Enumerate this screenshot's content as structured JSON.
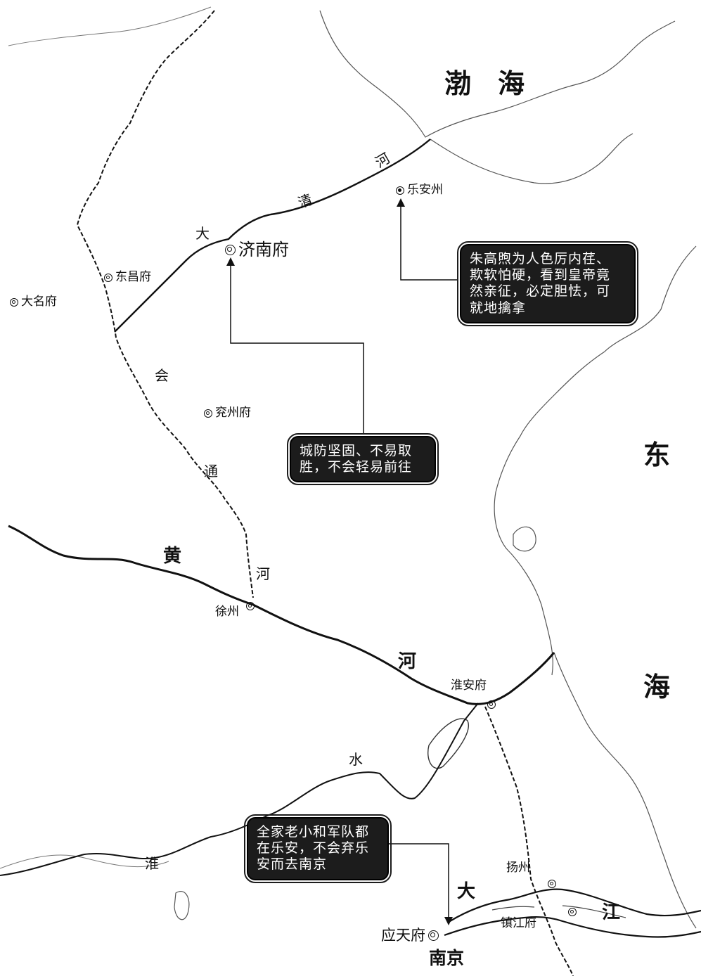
{
  "seas": {
    "bohai": "渤　海",
    "east_1": "东",
    "east_2": "海"
  },
  "rivers": {
    "daqing": [
      "大",
      "清",
      "河"
    ],
    "huitong": [
      "会",
      "通",
      "河"
    ],
    "huanghe": [
      "黄",
      "河"
    ],
    "huaishui": [
      "水",
      "淮"
    ],
    "dajiang": [
      "大",
      "江"
    ]
  },
  "cities": {
    "le_an": "乐安州",
    "jinan": "济南府",
    "dongchang": "东昌府",
    "daming": "大名府",
    "yanzhou": "兖州府",
    "xuzhou": "徐州",
    "huaian": "淮安府",
    "yangzhou": "扬州",
    "zhenjiang": "镇江府",
    "yingtian": "应天府",
    "nanjing": "南京"
  },
  "notes": {
    "le_an_note": "朱高煦为人色厉内荏、\n欺软怕硬，看到皇帝竟\n然亲征，必定胆怯，可\n就地擒拿",
    "jinan_note": "城防坚固、不易取\n胜，不会轻易前往",
    "nanjing_note": "全家老小和军队都\n在乐安，不会弃乐\n安而去南京"
  }
}
